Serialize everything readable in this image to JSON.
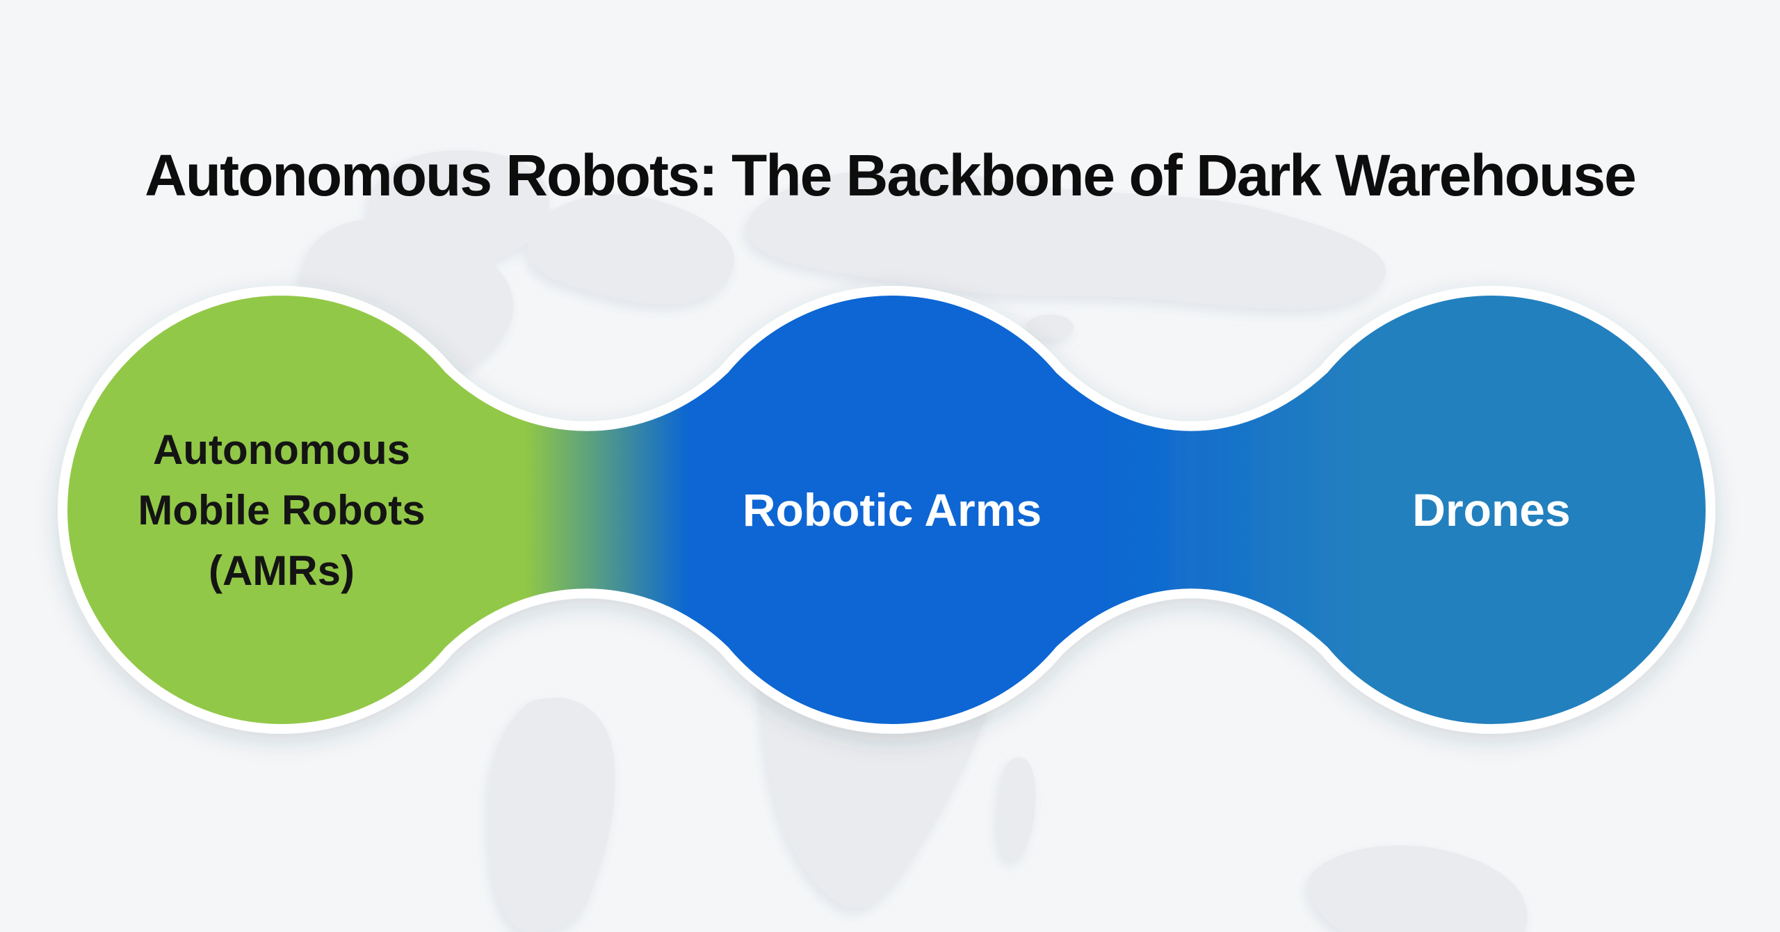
{
  "title": "Autonomous Robots: The Backbone of Dark Warehouse",
  "nodes": [
    {
      "id": "amrs",
      "label": "Autonomous Mobile Robots (AMRs)",
      "lines": [
        "Autonomous",
        "Mobile Robots",
        "(AMRs)"
      ],
      "fill": "#92C846",
      "text_color": "#141414"
    },
    {
      "id": "robotic-arms",
      "label": "Robotic Arms",
      "lines": [
        "Robotic Arms"
      ],
      "fill": "#0B66D3",
      "text_color": "#FFFFFF"
    },
    {
      "id": "drones",
      "label": "Drones",
      "lines": [
        "Drones"
      ],
      "fill": "#2480BE",
      "text_color": "#FFFFFF"
    }
  ],
  "colors": {
    "background": "#F4F6F8",
    "map_watermark": "#E9EBEE",
    "outline": "#FFFFFF",
    "title_text": "#0D0D0D"
  }
}
